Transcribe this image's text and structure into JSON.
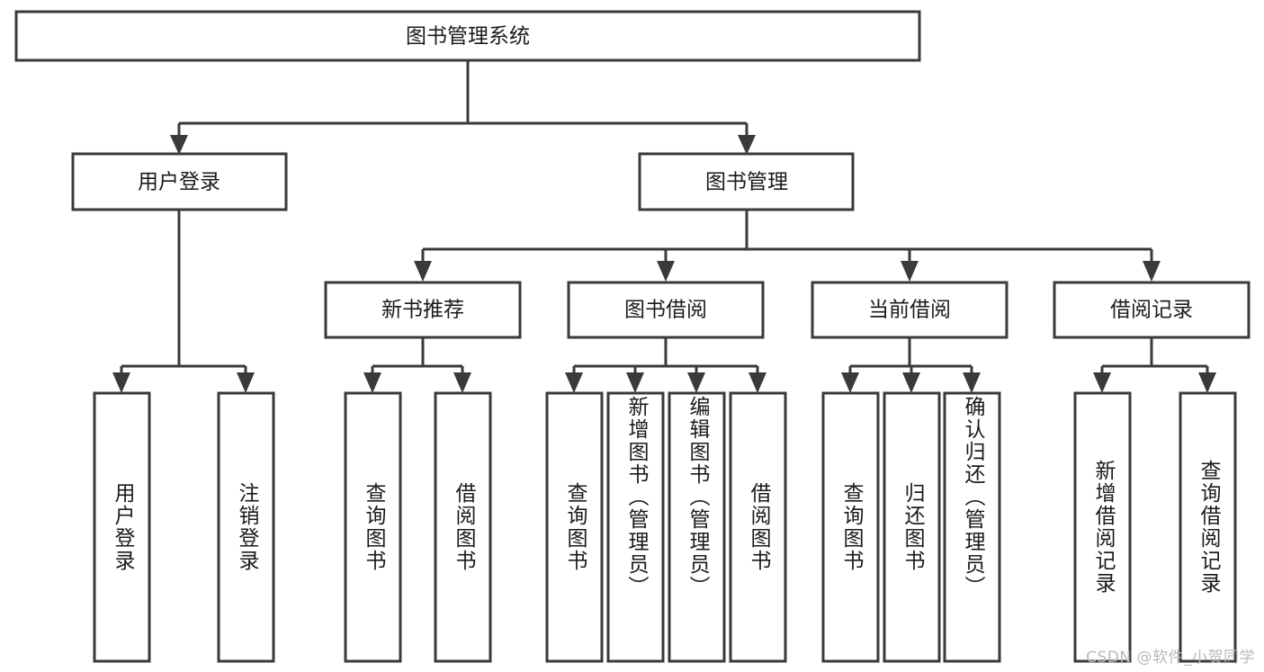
{
  "diagram": {
    "title": "图书管理系统",
    "type": "tree-hierarchy-diagram",
    "colors": {
      "stroke": "#3a3a3a",
      "fill": "#ffffff",
      "text": "#1b1b1b",
      "watermark": "#b9b9b9"
    },
    "root": {
      "label": "图书管理系统"
    },
    "level1": [
      {
        "label": "用户登录"
      },
      {
        "label": "图书管理"
      }
    ],
    "level2": [
      {
        "label": "新书推荐"
      },
      {
        "label": "图书借阅"
      },
      {
        "label": "当前借阅"
      },
      {
        "label": "借阅记录"
      }
    ],
    "leaves": {
      "user_login": [
        {
          "label": "用户登录"
        },
        {
          "label": "注销登录"
        }
      ],
      "new_book_recommend": [
        {
          "label": "查询图书"
        },
        {
          "label": "借阅图书"
        }
      ],
      "book_borrow": [
        {
          "label": "查询图书"
        },
        {
          "label": "新增图书（管理员）"
        },
        {
          "label": "编辑图书（管理员）"
        },
        {
          "label": "借阅图书"
        }
      ],
      "current_borrow": [
        {
          "label": "查询图书"
        },
        {
          "label": "归还图书"
        },
        {
          "label": "确认归还（管理员）"
        }
      ],
      "borrow_record": [
        {
          "label": "新增借阅记录"
        },
        {
          "label": "查询借阅记录"
        }
      ]
    }
  },
  "watermark": {
    "text": "CSDN @软件_小贺同学"
  }
}
